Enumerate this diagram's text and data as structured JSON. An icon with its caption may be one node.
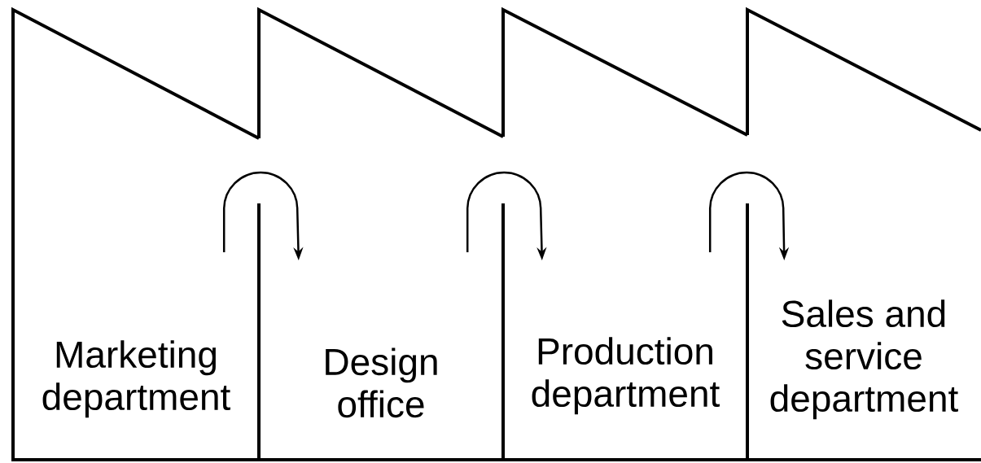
{
  "diagram": {
    "nodes": [
      {
        "text": [
          "Marketing department"
        ]
      },
      {
        "text": [
          "Design office"
        ]
      },
      {
        "text": [
          "Production department"
        ]
      },
      {
        "text": [
          "Sales and service department"
        ]
      }
    ],
    "edges": [
      {
        "from": 0,
        "to": 1,
        "arrow": "to"
      },
      {
        "from": 1,
        "to": 2,
        "arrow": "to"
      },
      {
        "from": 2,
        "to": 3,
        "arrow": "to"
      }
    ]
  }
}
